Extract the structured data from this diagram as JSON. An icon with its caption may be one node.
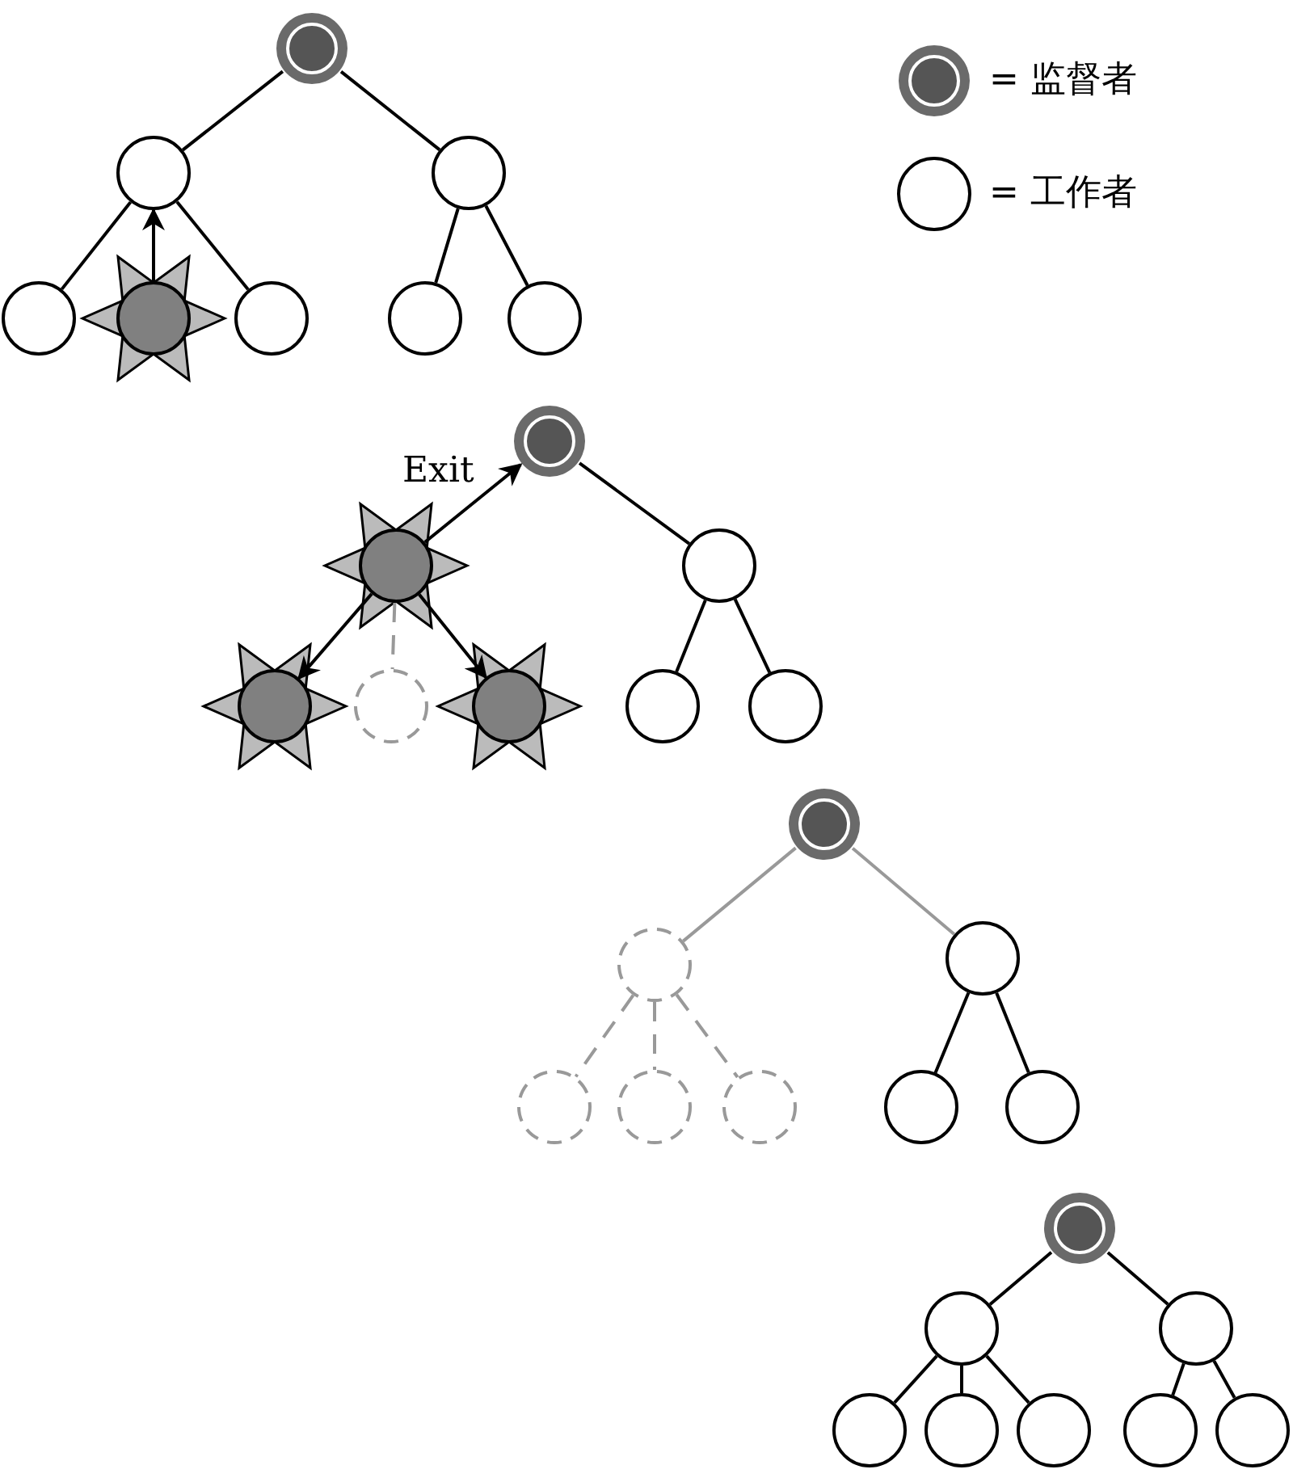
{
  "diagram": {
    "nodes": [
      {
        "text": [],
        "shape": "ring"
      },
      {
        "text": [],
        "shape": "circle"
      },
      {
        "text": [],
        "shape": "circle"
      },
      {
        "text": [],
        "shape": "circle"
      },
      {
        "text": [],
        "shape": "star"
      },
      {
        "text": [],
        "shape": "circle"
      },
      {
        "text": [],
        "shape": "circle"
      },
      {
        "text": [],
        "shape": "circle"
      },
      {
        "text": [],
        "shape": "ring"
      },
      {
        "text": [],
        "shape": "star"
      },
      {
        "text": [],
        "shape": "circle"
      },
      {
        "text": [],
        "shape": "star"
      },
      {
        "text": [],
        "shape": "dashed"
      },
      {
        "text": [],
        "shape": "star"
      },
      {
        "text": [],
        "shape": "circle"
      },
      {
        "text": [],
        "shape": "circle"
      },
      {
        "text": [],
        "shape": "ring"
      },
      {
        "text": [],
        "shape": "dashed"
      },
      {
        "text": [],
        "shape": "circle"
      },
      {
        "text": [],
        "shape": "dashed"
      },
      {
        "text": [],
        "shape": "dashed"
      },
      {
        "text": [],
        "shape": "dashed"
      },
      {
        "text": [],
        "shape": "circle"
      },
      {
        "text": [],
        "shape": "circle"
      },
      {
        "text": [],
        "shape": "ring"
      },
      {
        "text": [],
        "shape": "circle"
      },
      {
        "text": [],
        "shape": "circle"
      },
      {
        "text": [],
        "shape": "circle"
      },
      {
        "text": [],
        "shape": "circle"
      },
      {
        "text": [],
        "shape": "circle"
      },
      {
        "text": [],
        "shape": "circle"
      },
      {
        "text": [],
        "shape": "circle"
      }
    ],
    "edges": [
      {
        "from": 0,
        "to": 1,
        "arrow": "none"
      },
      {
        "from": 0,
        "to": 2,
        "arrow": "none"
      },
      {
        "from": 1,
        "to": 3,
        "arrow": "none"
      },
      {
        "from": 4,
        "to": 1,
        "arrow": "to"
      },
      {
        "from": 1,
        "to": 5,
        "arrow": "none"
      },
      {
        "from": 2,
        "to": 6,
        "arrow": "none"
      },
      {
        "from": 2,
        "to": 7,
        "arrow": "none"
      },
      {
        "from": 9,
        "to": 8,
        "arrow": "to",
        "label": "Exit"
      },
      {
        "from": 8,
        "to": 10,
        "arrow": "none"
      },
      {
        "from": 9,
        "to": 11,
        "arrow": "to"
      },
      {
        "from": 9,
        "to": 12,
        "arrow": "none",
        "style": "dashed",
        "color": "#999999"
      },
      {
        "from": 9,
        "to": 13,
        "arrow": "to"
      },
      {
        "from": 10,
        "to": 14,
        "arrow": "none"
      },
      {
        "from": 10,
        "to": 15,
        "arrow": "none"
      },
      {
        "from": 16,
        "to": 17,
        "arrow": "none",
        "color": "#999999"
      },
      {
        "from": 16,
        "to": 18,
        "arrow": "none",
        "color": "#999999"
      },
      {
        "from": 17,
        "to": 19,
        "arrow": "none",
        "style": "dashed",
        "color": "#999999"
      },
      {
        "from": 17,
        "to": 20,
        "arrow": "none",
        "style": "dashed",
        "color": "#999999"
      },
      {
        "from": 17,
        "to": 21,
        "arrow": "none",
        "style": "dashed",
        "color": "#999999"
      },
      {
        "from": 18,
        "to": 22,
        "arrow": "none"
      },
      {
        "from": 18,
        "to": 23,
        "arrow": "none"
      },
      {
        "from": 24,
        "to": 25,
        "arrow": "none"
      },
      {
        "from": 24,
        "to": 26,
        "arrow": "none"
      },
      {
        "from": 25,
        "to": 27,
        "arrow": "none"
      },
      {
        "from": 25,
        "to": 28,
        "arrow": "none"
      },
      {
        "from": 25,
        "to": 29,
        "arrow": "none"
      },
      {
        "from": 26,
        "to": 30,
        "arrow": "none"
      },
      {
        "from": 26,
        "to": 31,
        "arrow": "none"
      }
    ],
    "legend": [
      {
        "text": "= 监督者"
      },
      {
        "text": "= 工作者"
      }
    ]
  }
}
